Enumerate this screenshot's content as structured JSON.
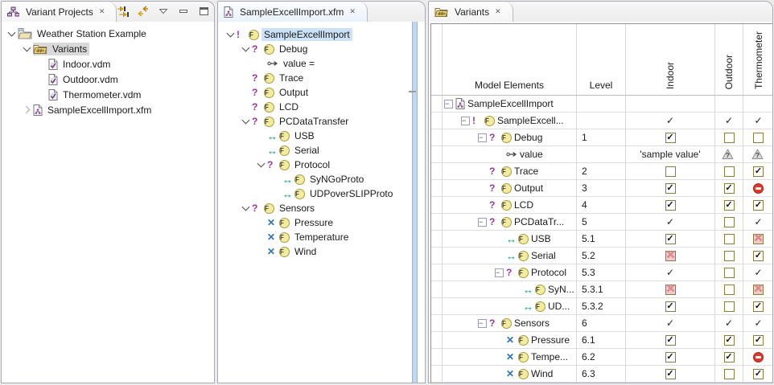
{
  "colors": {
    "selection_active": "#cbe2f7",
    "selection_inactive": "#d9d9d9",
    "feature_icon_fill": "#f2ec9c",
    "relation_purple": "#993399",
    "alternative_green": "#009b7a",
    "or_blue": "#2e74ad",
    "excluded_pink": "#f5caca",
    "blocked_red": "#dc392c",
    "checkbox_border": "#83803f"
  },
  "left_panel": {
    "tab_label": "Variant Projects",
    "tab_icon": "hierarchy-icon",
    "toolbar_icons": [
      "link-with-editor-icon",
      "sync-models-icon",
      "view-menu-icon",
      "minimize-icon",
      "maximize-icon"
    ],
    "tree": [
      {
        "label": "Weather Station Example",
        "icon": "project-folder",
        "depth": 0,
        "expander": "open"
      },
      {
        "label": "Variants",
        "icon": "variants-folder",
        "depth": 1,
        "expander": "open",
        "selected": true
      },
      {
        "label": "Indoor.vdm",
        "icon": "vdm-file",
        "depth": 2
      },
      {
        "label": "Outdoor.vdm",
        "icon": "vdm-file",
        "depth": 2
      },
      {
        "label": "Thermometer.vdm",
        "icon": "vdm-file",
        "depth": 2
      },
      {
        "label": "SampleExcellImport.xfm",
        "icon": "xfm-file",
        "depth": 1,
        "expander": "closed"
      }
    ]
  },
  "editor_panel": {
    "tab_label": "SampleExcellImport.xfm",
    "tab_icon": "xfm-file-icon",
    "tree": [
      {
        "label": "SampleExcellImport",
        "depth": 0,
        "expander": "open",
        "relation": "mandatory",
        "feature": true,
        "selected": true
      },
      {
        "label": "Debug",
        "depth": 1,
        "expander": "open",
        "relation": "optional",
        "feature": true
      },
      {
        "label": "value =",
        "depth": 2,
        "relation": "attribute",
        "feature": false
      },
      {
        "label": "Trace",
        "depth": 1,
        "relation": "optional",
        "feature": true
      },
      {
        "label": "Output",
        "depth": 1,
        "relation": "optional",
        "feature": true
      },
      {
        "label": "LCD",
        "depth": 1,
        "relation": "optional",
        "feature": true
      },
      {
        "label": "PCDataTransfer",
        "depth": 1,
        "expander": "open",
        "relation": "optional",
        "feature": true
      },
      {
        "label": "USB",
        "depth": 2,
        "relation": "alternative",
        "feature": true
      },
      {
        "label": "Serial",
        "depth": 2,
        "relation": "alternative",
        "feature": true
      },
      {
        "label": "Protocol",
        "depth": 2,
        "expander": "open",
        "relation": "optional",
        "feature": true
      },
      {
        "label": "SyNGoProto",
        "depth": 3,
        "relation": "alternative",
        "feature": true
      },
      {
        "label": "UDPoverSLIPProto",
        "depth": 3,
        "relation": "alternative",
        "feature": true
      },
      {
        "label": "Sensors",
        "depth": 1,
        "expander": "open",
        "relation": "optional",
        "feature": true
      },
      {
        "label": "Pressure",
        "depth": 2,
        "relation": "or",
        "feature": true
      },
      {
        "label": "Temperature",
        "depth": 2,
        "relation": "or",
        "feature": true
      },
      {
        "label": "Wind",
        "depth": 2,
        "relation": "or",
        "feature": true
      }
    ]
  },
  "variants_panel": {
    "tab_label": "Variants",
    "tab_icon": "variants-folder-icon",
    "columns": [
      "Model Elements",
      "Level",
      "Indoor",
      "Outdoor",
      "Thermometer"
    ],
    "rows": [
      {
        "label": "SampleExcellImport",
        "depth": 0,
        "expander": true,
        "icon": "xfm-file",
        "level": "",
        "cells": [
          "",
          "",
          ""
        ]
      },
      {
        "label": "SampleExcell...",
        "depth": 1,
        "expander": true,
        "icon": "mandatory-feature",
        "level": "",
        "cells": [
          "check",
          "check",
          "check"
        ]
      },
      {
        "label": "Debug",
        "depth": 2,
        "expander": true,
        "icon": "optional-feature",
        "level": "1",
        "cells": [
          "checked",
          "unchecked",
          "unchecked"
        ]
      },
      {
        "label": "value",
        "depth": 3,
        "icon": "attribute",
        "level": "",
        "cells": [
          "'sample value'",
          "unknown",
          "unknown"
        ]
      },
      {
        "label": "Trace",
        "depth": 2,
        "icon": "optional-feature",
        "level": "2",
        "cells": [
          "unchecked",
          "unchecked",
          "checked"
        ]
      },
      {
        "label": "Output",
        "depth": 2,
        "icon": "optional-feature",
        "level": "3",
        "cells": [
          "checked",
          "checked",
          "blocked"
        ]
      },
      {
        "label": "LCD",
        "depth": 2,
        "icon": "optional-feature",
        "level": "4",
        "cells": [
          "checked",
          "checked",
          "checked"
        ]
      },
      {
        "label": "PCDataTr...",
        "depth": 2,
        "expander": true,
        "icon": "optional-feature",
        "level": "5",
        "cells": [
          "check",
          "unchecked",
          "check"
        ]
      },
      {
        "label": "USB",
        "depth": 3,
        "icon": "alternative-feature",
        "level": "5.1",
        "cells": [
          "checked",
          "unchecked",
          "excluded"
        ]
      },
      {
        "label": "Serial",
        "depth": 3,
        "icon": "alternative-feature",
        "level": "5.2",
        "cells": [
          "excluded",
          "unchecked",
          "checked"
        ]
      },
      {
        "label": "Protocol",
        "depth": 3,
        "expander": true,
        "icon": "optional-feature",
        "level": "5.3",
        "cells": [
          "check",
          "unchecked",
          "check"
        ]
      },
      {
        "label": "SyN...",
        "depth": 4,
        "icon": "alternative-feature",
        "level": "5.3.1",
        "cells": [
          "excluded",
          "unchecked",
          "excluded"
        ]
      },
      {
        "label": "UD...",
        "depth": 4,
        "icon": "alternative-feature",
        "level": "5.3.2",
        "cells": [
          "checked",
          "unchecked",
          "checked"
        ]
      },
      {
        "label": "Sensors",
        "depth": 2,
        "expander": true,
        "icon": "optional-feature",
        "level": "6",
        "cells": [
          "check",
          "check",
          "check"
        ]
      },
      {
        "label": "Pressure",
        "depth": 3,
        "icon": "or-feature",
        "level": "6.1",
        "cells": [
          "checked",
          "checked",
          "checked"
        ]
      },
      {
        "label": "Tempe...",
        "depth": 3,
        "icon": "or-feature",
        "level": "6.2",
        "cells": [
          "checked",
          "checked",
          "blocked"
        ]
      },
      {
        "label": "Wind",
        "depth": 3,
        "icon": "or-feature",
        "level": "6.3",
        "cells": [
          "checked",
          "unchecked",
          "checked"
        ]
      }
    ]
  }
}
